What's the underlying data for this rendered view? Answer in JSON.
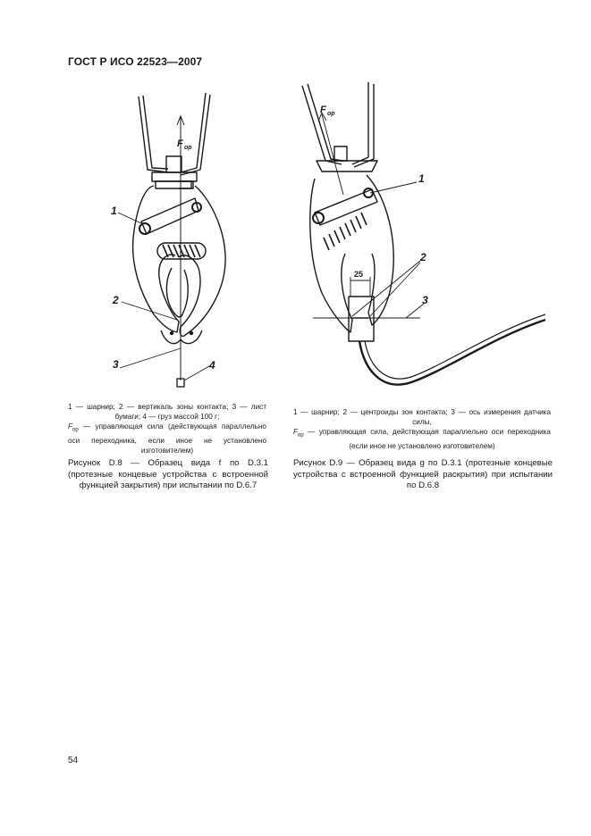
{
  "header": {
    "title": "ГОСТ Р ИСО 22523—2007"
  },
  "figure_left": {
    "callouts": [
      "1",
      "2",
      "3",
      "4"
    ],
    "force_label": "F",
    "force_sub": "op",
    "legend_line1": "1 — шарнир; 2 — вертикаль зоны контакта; 3 — лист бумаги; 4 — груз массой 100 г;",
    "legend_line2_sym": "F",
    "legend_line2_sub": "op",
    "legend_line2": " — управляющая сила (действующая параллельно оси переходника, если иное не установлено изготовителем)",
    "caption": "Рисунок D.8 — Образец вида f по D.3.1 (протезные концевые устройства с встроенной функцией закрытия) при испытании по D.6.7"
  },
  "figure_right": {
    "callouts": [
      "1",
      "2",
      "3"
    ],
    "force_label": "F",
    "force_sub": "op",
    "dimension": "25",
    "legend_line1": "1 — шарнир; 2 — центроиды зон контакта; 3 — ось измерения датчика силы,",
    "legend_line2_sym": "F",
    "legend_line2_sub": "op",
    "legend_line2": " — управляющая сила, действующая параллельно оси переходника (если иное не установлено изготовителем)",
    "caption": "Рисунок D.9 — Образец вида g по D.3.1 (протезные концевые устройства с встроенной функцией раскрытия) при испытании по D.6.8"
  },
  "page_number": "54"
}
